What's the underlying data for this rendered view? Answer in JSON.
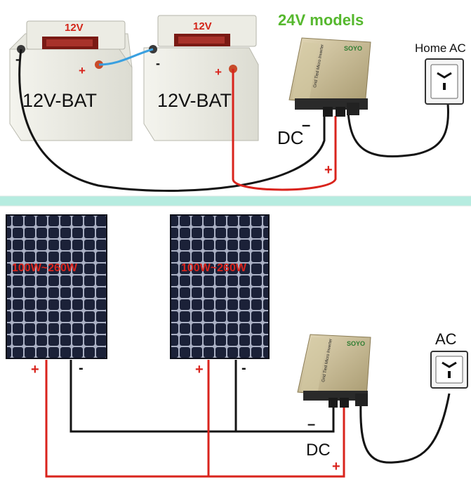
{
  "top": {
    "title": "24V models",
    "battery1": {
      "top_label": "12V",
      "side_label": "12V-BAT",
      "plus": "+",
      "minus": "-"
    },
    "battery2": {
      "top_label": "12V",
      "side_label": "12V-BAT",
      "plus": "+",
      "minus": "-"
    },
    "dc_label": "DC",
    "dc_minus": "–",
    "dc_plus": "+",
    "outlet_label": "Home AC"
  },
  "bottom": {
    "panel1_label": "100W~260W",
    "panel2_label": "100W~260W",
    "p1_plus": "+",
    "p1_minus": "-",
    "p2_plus": "+",
    "p2_minus": "-",
    "dc_label": "DC",
    "dc_minus": "–",
    "dc_plus": "+",
    "outlet_label": "AC"
  },
  "inverter": {
    "brand": "SOYO",
    "side_text": "Grid Tied Micro Inverter"
  },
  "colors": {
    "green_title": "#56b82e",
    "wire_red": "#d9231c",
    "wire_black": "#141414",
    "wire_blue": "#3aa0e0",
    "divider_teal": "#b6ece0",
    "panel_blue": "#1b2138",
    "inverter_gold": "#c8b890"
  }
}
